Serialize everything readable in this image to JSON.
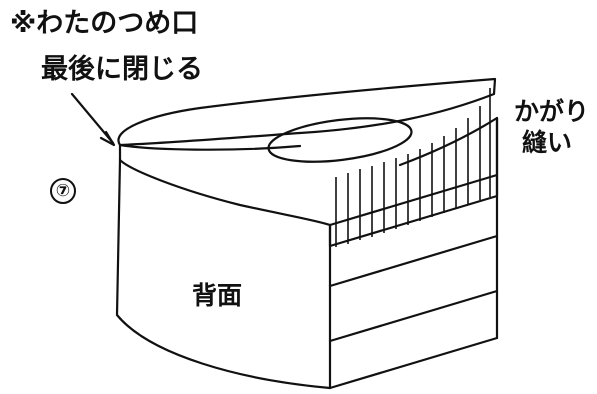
{
  "labels": {
    "stuffing_opening": "※わたのつめ口",
    "close_last": "最後に閉じる",
    "step_number": "⑦",
    "back_side": "背面",
    "blind_stitch_line1": "かがり",
    "blind_stitch_line2": "縫い"
  },
  "colors": {
    "line": "#111111",
    "background": "#ffffff"
  }
}
